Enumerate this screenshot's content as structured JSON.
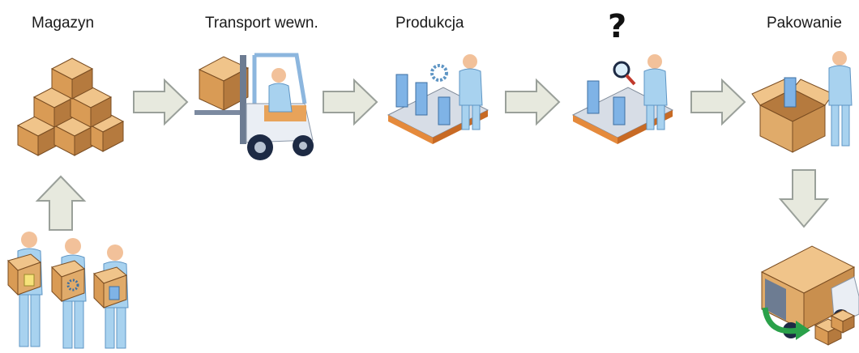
{
  "stages": [
    {
      "id": "magazyn",
      "label": "Magazyn",
      "icon": "stacked-boxes-icon"
    },
    {
      "id": "transport",
      "label": "Transport wewn.",
      "icon": "forklift-icon"
    },
    {
      "id": "produkcja",
      "label": "Produkcja",
      "icon": "production-conveyor-icon"
    },
    {
      "id": "inspection",
      "label": "",
      "marker": "?",
      "icon": "quality-inspection-icon"
    },
    {
      "id": "pakowanie",
      "label": "Pakowanie",
      "icon": "packing-box-icon"
    }
  ],
  "inputs": {
    "icon": "suppliers-with-boxes-icon"
  },
  "output": {
    "icon": "delivery-truck-icon"
  },
  "colors": {
    "arrow_fill": "#e7e9de",
    "arrow_stroke": "#9aa09a",
    "box": "#e0ab6a",
    "box_dark": "#b57a3e",
    "person": "#a8d2ef",
    "person_dark": "#5e95c4",
    "skin": "#f2c19a",
    "green_arrow": "#2aa14a"
  }
}
